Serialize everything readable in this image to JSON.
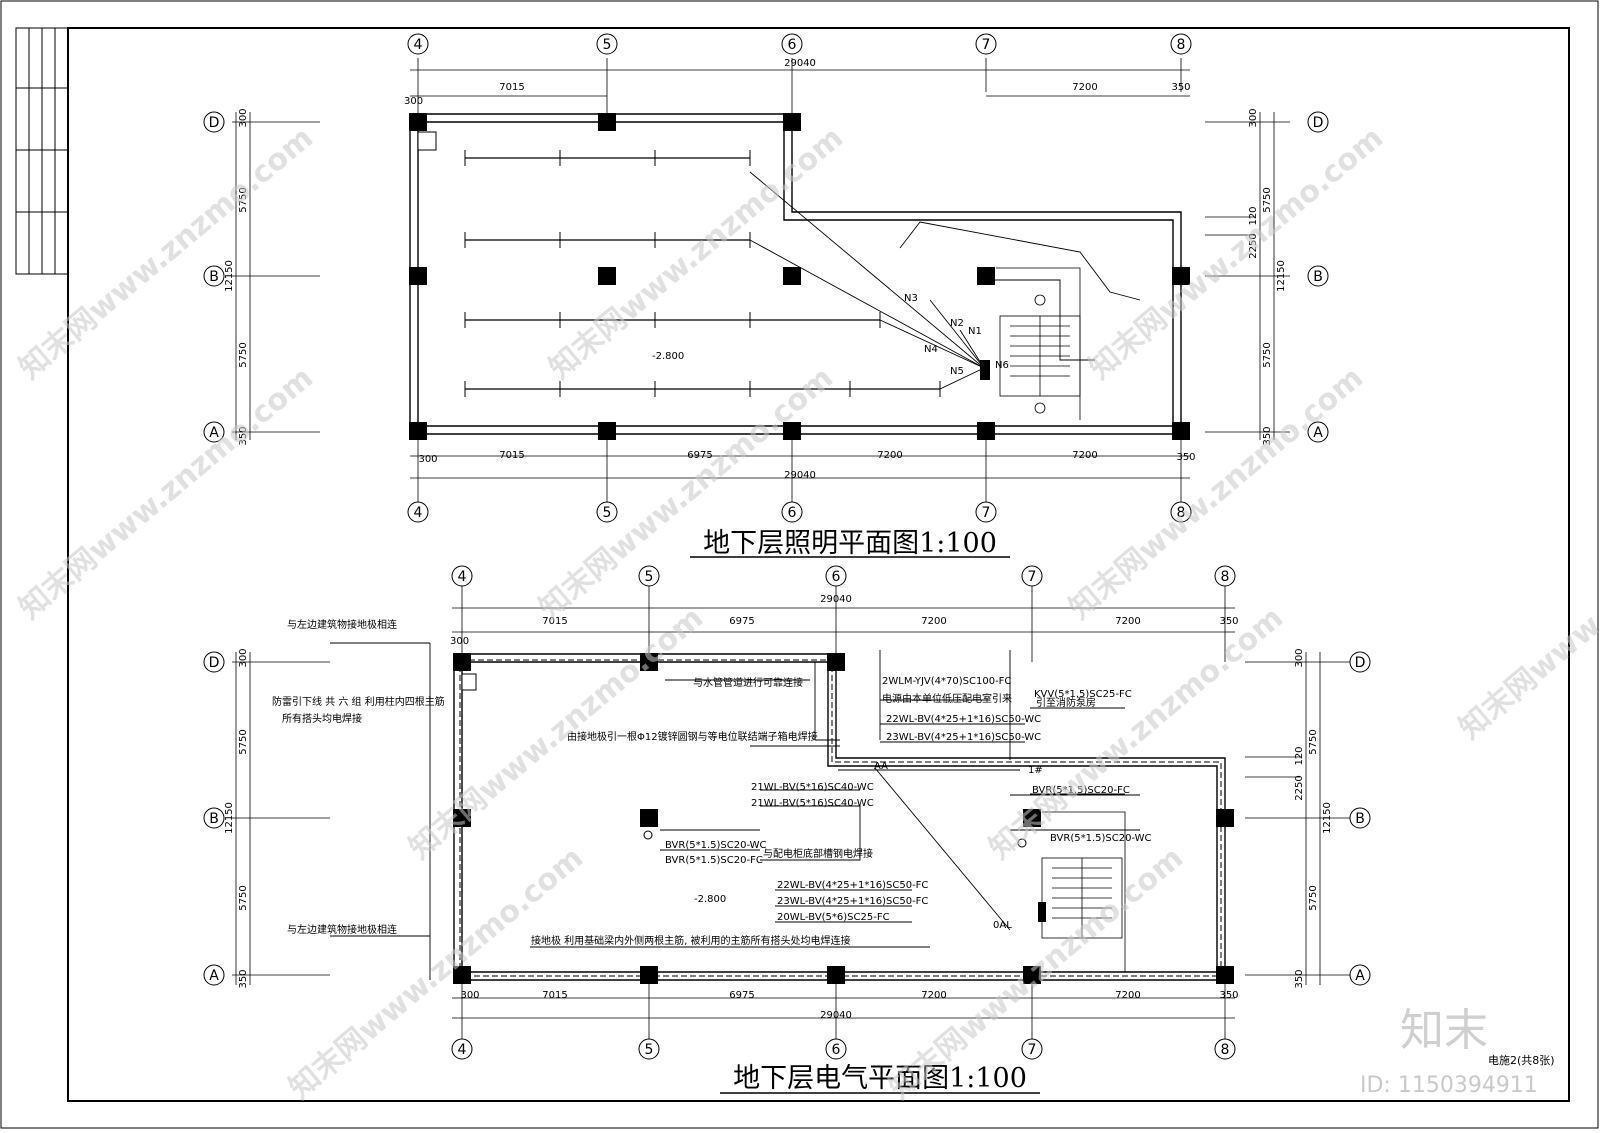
{
  "plan_titles": {
    "lighting": "地下层照明平面图1:100",
    "electrical": "地下层电气平面图1:100"
  },
  "grid": {
    "cols": [
      "4",
      "5",
      "6",
      "7",
      "8"
    ],
    "rows": [
      "D",
      "B",
      "A"
    ]
  },
  "dims": {
    "total": "29040",
    "bays": [
      "7015",
      "6975",
      "7200",
      "7200"
    ],
    "left_offset": "300",
    "right_offset": "350",
    "row_top": "300",
    "row_spans": [
      "5750",
      "5750"
    ],
    "row_total": "12150",
    "row_bottom": "350",
    "right_spans": [
      "5750",
      "2250",
      "120",
      "5750"
    ]
  },
  "lighting_plan": {
    "level": "-2.800",
    "circuits": [
      "N1",
      "N2",
      "N3",
      "N4",
      "N5",
      "N6"
    ]
  },
  "electrical_plan": {
    "level": "-2.800",
    "notes": {
      "ground_link_top": "与左边建筑物接地极相连",
      "ground_link_bottom": "与左边建筑物接地极相连",
      "down_conductor_1": "防雷引下线   共 六 组    利用柱内四根主筋",
      "down_conductor_2": "所有搭头均电焊接",
      "water_pipe": "与水管管道进行可靠连接",
      "grounding_lead": "由接地极引一根Φ12镀锌圆钢与等电位联结端子箱电焊接",
      "panel_weld": "与配电柜底部槽钢电焊接",
      "foundation": "接地极  利用基础梁内外侧两根主筋, 被利用的主筋所有搭头处均电焊连接",
      "incoming_note": "电源由本单位低压配电室引来",
      "fire_pump": "引至消防泵房",
      "distribution_box": "0AL",
      "aa": "AA"
    },
    "cables": {
      "main": "2WLM-YJV(4*70)SC100-FC",
      "kvv": "KVV(5*1.5)SC25-FC",
      "c22_wc": "22WL-BV(4*25+1*16)SC50-WC",
      "c23_wc": "23WL-BV(4*25+1*16)SC50-WC",
      "c21_a": "21WL-BV(5*16)SC40-WC",
      "c21_b": "21WL-BV(5*16)SC40-WC",
      "bvr_left_wc": "BVR(5*1.5)SC20-WC",
      "bvr_left_fc": "BVR(5*1.5)SC20-FC",
      "bvr_right_fc": "BVR(5*1.5)SC20-FC",
      "bvr_right_wc": "BVR(5*1.5)SC20-WC",
      "c22_fc": "22WL-BV(4*25+1*16)SC50-FC",
      "c23_fc": "23WL-BV(4*25+1*16)SC50-FC",
      "c20_fc": "20WL-BV(5*6)SC25-FC",
      "one_hash": "1#"
    }
  },
  "sheet_info": "电施2(共8张)",
  "watermark": {
    "site": "知末网www.znzmo.com",
    "logo": "知末",
    "id": "ID: 1150394911"
  }
}
